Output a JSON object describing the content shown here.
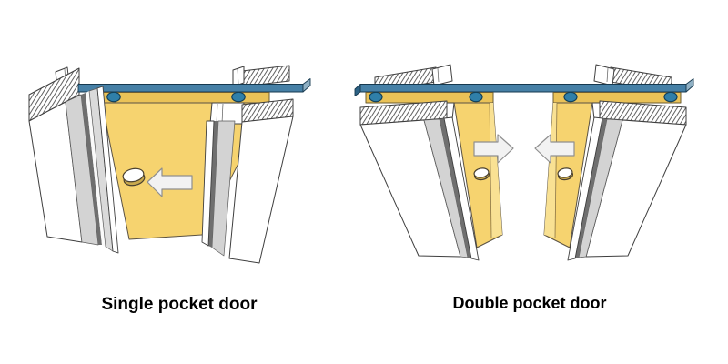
{
  "page": {
    "background": "#ffffff"
  },
  "figures": {
    "single": {
      "label": "Single pocket door",
      "arrow_icons": [
        "arrow-left"
      ]
    },
    "double": {
      "label": "Double pocket door",
      "arrow_icons": [
        "arrow-right",
        "arrow-left"
      ]
    }
  },
  "colors": {
    "door_face": "#f6d36f",
    "door_top_edge": "#eac257",
    "door_leading_edge": "#f9e193",
    "track": "#4680a6",
    "track_tip": "#8fb0c4",
    "track_end": "#2d6285",
    "roller": "#2f7fa9",
    "arrow_fill": "#f2f2f2",
    "arrow_stroke": "#8f8f8f",
    "pull_fill": "#ffffff",
    "pull_shadow": "#c9a94d",
    "hatch_line": "#4f4f4f",
    "label_text": "#000000"
  }
}
